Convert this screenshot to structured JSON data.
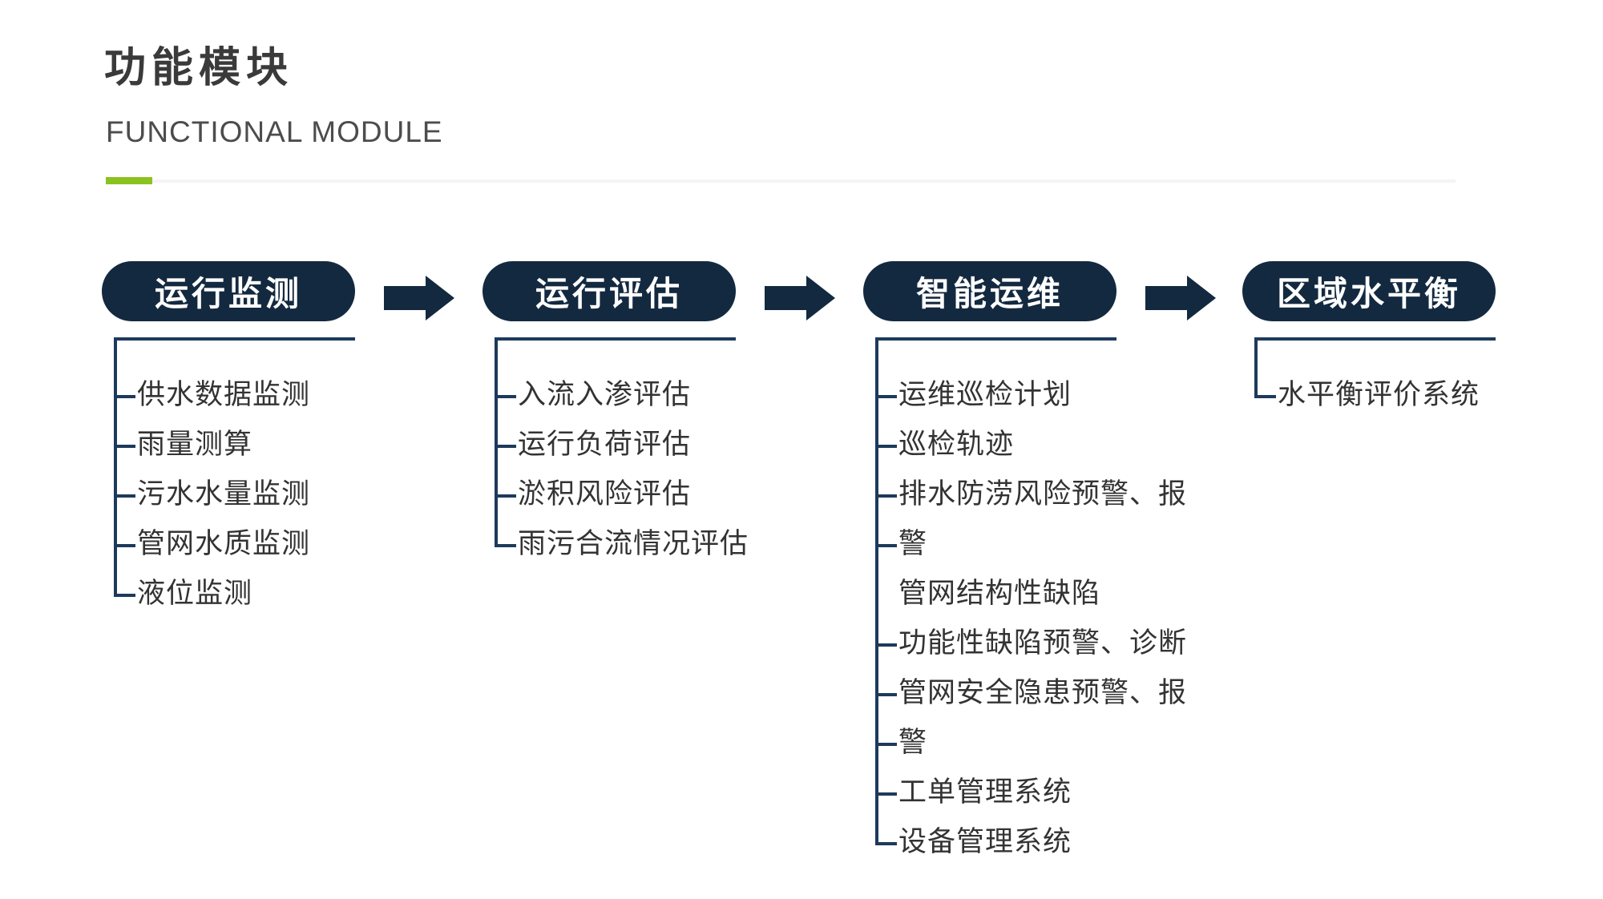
{
  "header": {
    "title": "功能模块",
    "subtitle": "FUNCTIONAL MODULE"
  },
  "colors": {
    "accent_green": "#8cc220",
    "pill_navy": "#13293f",
    "tree_line_navy": "#1d3a5c",
    "item_text": "#333333",
    "divider_gray": "#f4f4f4"
  },
  "flow": {
    "arrow_icon": "right-block-arrow",
    "columns": [
      {
        "pill": "运行监测",
        "items": [
          {
            "text": "供水数据监测",
            "tick": true
          },
          {
            "text": "雨量测算",
            "tick": true
          },
          {
            "text": "污水水量监测",
            "tick": true
          },
          {
            "text": "管网水质监测",
            "tick": true
          },
          {
            "text": "液位监测",
            "tick": true
          }
        ]
      },
      {
        "pill": "运行评估",
        "items": [
          {
            "text": "入流入渗评估",
            "tick": true
          },
          {
            "text": "运行负荷评估",
            "tick": true
          },
          {
            "text": "淤积风险评估",
            "tick": true
          },
          {
            "text": "雨污合流情况评估",
            "tick": true
          }
        ]
      },
      {
        "pill": "智能运维",
        "items": [
          {
            "text": "运维巡检计划",
            "tick": true
          },
          {
            "text": "巡检轨迹",
            "tick": true
          },
          {
            "text": "排水防涝风险预警、报",
            "tick": true
          },
          {
            "text": "警",
            "tick": true
          },
          {
            "text": "管网结构性缺陷",
            "tick": false
          },
          {
            "text": "功能性缺陷预警、诊断",
            "tick": true
          },
          {
            "text": "管网安全隐患预警、报",
            "tick": true
          },
          {
            "text": "警",
            "tick": true
          },
          {
            "text": "工单管理系统",
            "tick": true
          },
          {
            "text": "设备管理系统",
            "tick": true
          }
        ]
      },
      {
        "pill": "区域水平衡",
        "items": [
          {
            "text": "水平衡评价系统",
            "tick": true
          }
        ]
      }
    ]
  }
}
